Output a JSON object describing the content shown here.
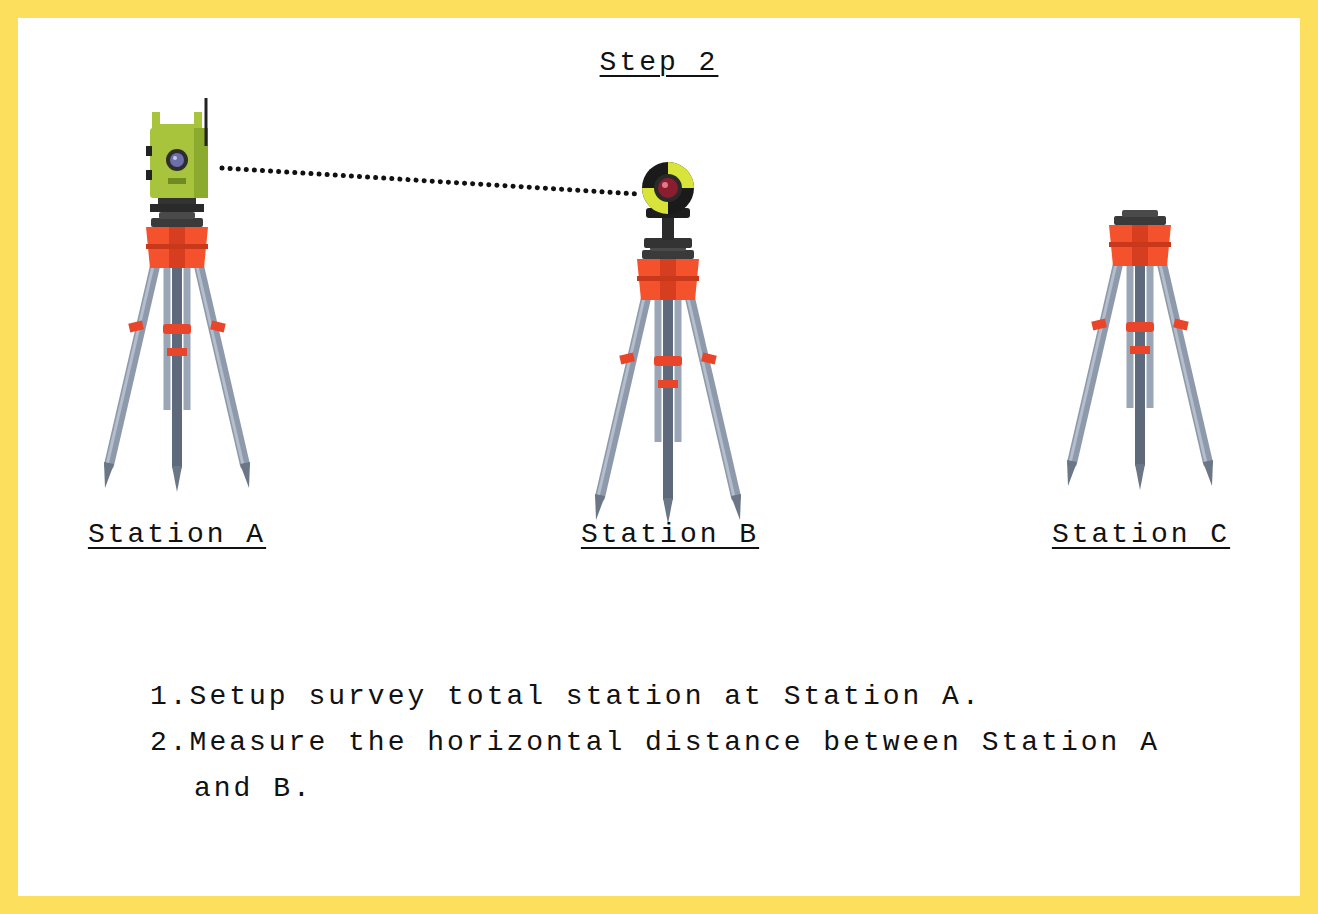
{
  "diagram": {
    "title": "Step 2",
    "labels": [
      "Station A",
      "Station B",
      "Station C",
      "1.Setup survey total station at Station A.",
      "2.Measure the horizontal distance between Station A and B."
    ]
  }
}
